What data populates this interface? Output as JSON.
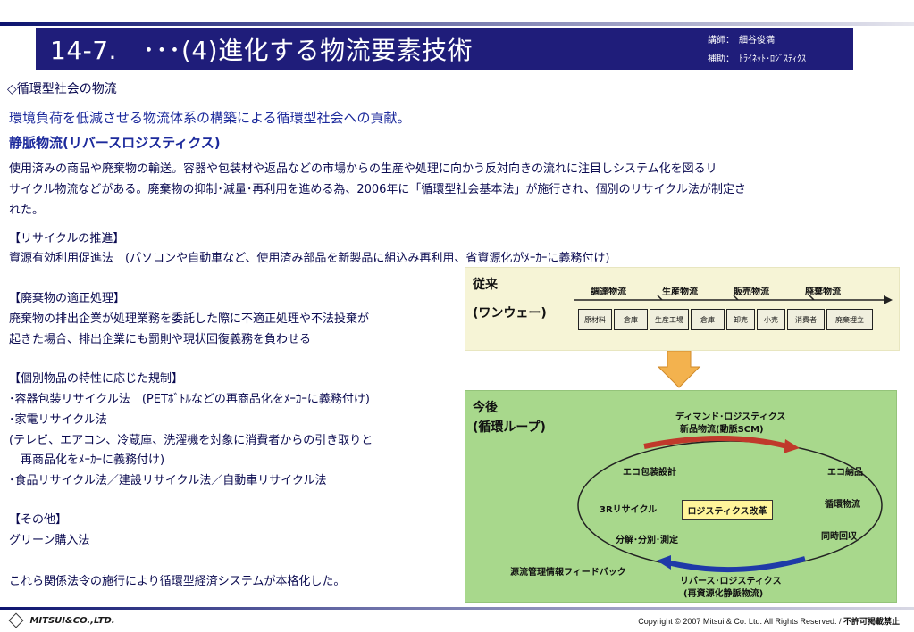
{
  "header": {
    "title": "14-7.　･･･(4)進化する物流要素技術",
    "lecturer": "講師：　細谷俊満",
    "assistant": "補助：　ﾄﾗｲﾈｯﾄ･ﾛｼﾞｽﾃｨｸｽ"
  },
  "body": {
    "section": "◇循環型社会の物流",
    "lead": "環境負荷を低減させる物流体系の構築による循環型社会への貢献。",
    "heading": "静脈物流(リバースロジスティクス)",
    "para1": "使用済みの商品や廃棄物の輸送。容器や包装材や返品などの市場からの生産や処理に向かう反対向きの流れに注目しシステム化を図るリ",
    "para2": "サイクル物流などがある。廃棄物の抑制･減量･再利用を進める為、2006年に「循環型社会基本法」が施行され、個別のリサイクル法が制定さ",
    "para3": "れた。",
    "recycle_title": "【リサイクルの推進】",
    "recycle_text": "資源有効利用促進法　(パソコンや自動車など、使用済み部品を新製品に組込み再利用、省資源化がﾒｰｶｰに義務付け)",
    "waste_title": "【廃棄物の適正処理】",
    "waste_text1": "廃棄物の排出企業が処理業務を委託した際に不適正処理や不法投棄が",
    "waste_text2": "起きた場合、排出企業にも罰則や現状回復義務を負わせる",
    "individual_title": "【個別物品の特性に応じた規制】",
    "individual_1": "･容器包装リサイクル法　(PETﾎﾞﾄﾙなどの再商品化をﾒｰｶｰに義務付け)",
    "individual_2": "･家電リサイクル法",
    "individual_3": "(テレビ、エアコン、冷蔵庫、洗濯機を対象に消費者からの引き取りと",
    "individual_4": "　再商品化をﾒｰｶｰに義務付け)",
    "individual_5": "･食品リサイクル法／建設リサイクル法／自動車リサイクル法",
    "other_title": "【その他】",
    "other_text": "グリーン購入法",
    "closing": "これら関係法令の施行により循環型経済システムが本格化した。"
  },
  "diagram": {
    "old_label1": "従来",
    "old_label2": "(ワンウェー)",
    "stages": [
      "調達物流",
      "生産物流",
      "販売物流",
      "廃棄物流"
    ],
    "boxes": [
      "原材料",
      "倉庫",
      "生産工場",
      "倉庫",
      "卸売",
      "小売",
      "消費者",
      "廃棄埋立"
    ],
    "new_label1": "今後",
    "new_label2": "(循環ループ)",
    "demand1": "ディマンド･ロジスティクス",
    "demand2": "新品物流(動脈SCM)",
    "eco_pack": "エコ包装設計",
    "eco_deliv": "エコ納品",
    "three_r": "3Rリサイクル",
    "center": "ロジスティクス改革",
    "circ": "循環物流",
    "sort": "分解･分別･測定",
    "collect": "同時回収",
    "feedback": "源流管理情報フィードバック",
    "reverse1": "リバース･ロジスティクス",
    "reverse2": "(再資源化静脈物流)",
    "colors": {
      "arrow_red": "#c0392b",
      "arrow_blue": "#1f3aa8",
      "down_arrow": "#f3b24e"
    }
  },
  "footer": {
    "logo": "MITSUI&CO.,LTD.",
    "copyright": "Copyright © 2007 Mitsui & Co. Ltd. All Rights Reserved. / ",
    "notice": "不許可掲載禁止"
  }
}
